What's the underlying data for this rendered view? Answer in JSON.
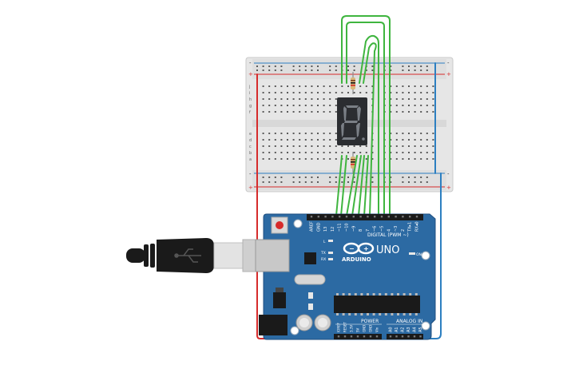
{
  "canvas": {
    "background": "#ffffff"
  },
  "colors": {
    "breadboard": "#e6e6e6",
    "breadboard_hole": "#5a5a5a",
    "rail_red": "#d62b2b",
    "rail_blue": "#2c7fc1",
    "wire_green": "#3fb53f",
    "wire_red": "#d62b2b",
    "wire_blue": "#2c7fc1",
    "board_blue": "#2c6aa3",
    "board_dark": "#1f4f80",
    "display_body": "#2b2d31",
    "display_segment": "#7a7f86",
    "usb_cable": "#1a1a1a",
    "usb_plug": "#e3e3e3"
  },
  "breadboard": {
    "row_letters_top": [
      "j",
      "i",
      "h",
      "g",
      "f"
    ],
    "row_letters_bottom": [
      "e",
      "d",
      "c",
      "b",
      "a"
    ],
    "rail_plus": "+",
    "rail_minus": "-"
  },
  "display": {
    "digit": "8."
  },
  "arduino": {
    "logo_text": "ARDUINO",
    "model": "UNO",
    "digital_header_label": "DIGITAL (PWM ~)",
    "power_label": "POWER",
    "analog_label": "ANALOG IN",
    "led_l": "L",
    "led_tx": "TX",
    "led_rx": "RX",
    "led_on": "ON",
    "digital_pins": [
      "AREF",
      "GND",
      "13",
      "12",
      "~11",
      "~10",
      "~9",
      "8",
      "7",
      "~6",
      "~5",
      "4",
      "~3",
      "2",
      "TX▸1",
      "RX◂0"
    ],
    "power_pins": [
      "IOREF",
      "RESET",
      "3.3V",
      "5V",
      "GND",
      "GND",
      "Vin"
    ],
    "analog_pins": [
      "A0",
      "A1",
      "A2",
      "A3",
      "A4",
      "A5"
    ]
  },
  "icons": {
    "usb": "usb-symbol-icon",
    "infinity": "arduino-infinity-logo-icon"
  }
}
